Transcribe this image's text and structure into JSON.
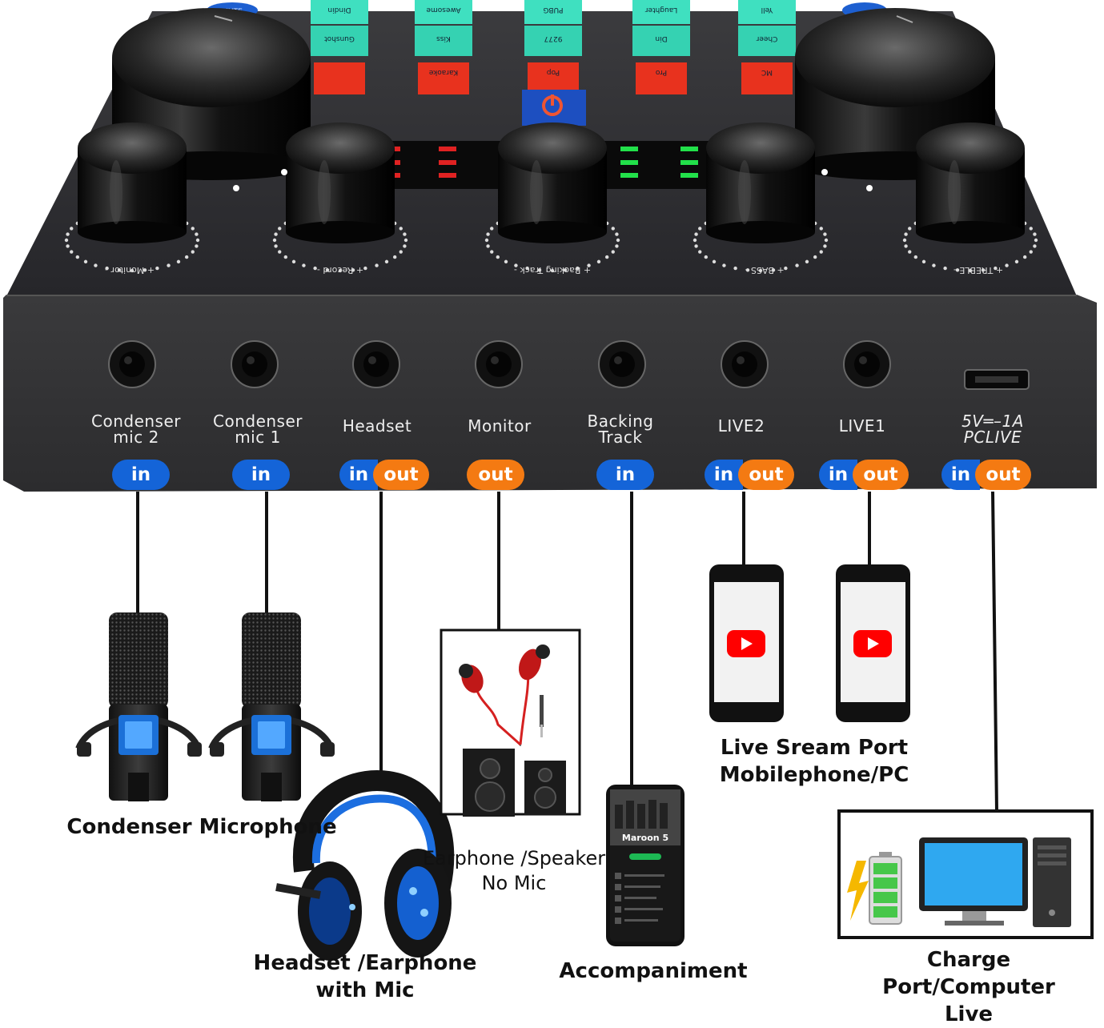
{
  "knob_labels": [
    {
      "label": "+ Monitor -"
    },
    {
      "label": "+ Record -"
    },
    {
      "label": "+ Backing Track -"
    },
    {
      "label": "+ BASS -"
    },
    {
      "label": "+ TREBLE -"
    }
  ],
  "top_buttons": [
    {
      "row1": "Dindin",
      "row2": "Gunshot",
      "row3": ""
    },
    {
      "row1": "Awesome",
      "row2": "Kiss",
      "row3": "Karaoke"
    },
    {
      "row1": "PUBG",
      "row2": "9277",
      "row3": "Pop"
    },
    {
      "row1": "Laughter",
      "row2": "Din",
      "row3": "Pro"
    },
    {
      "row1": "Yell",
      "row2": "Cheer",
      "row3": "MC"
    }
  ],
  "mute_label": "MUTE",
  "ports": [
    {
      "label": "Condenser\nmic 2",
      "in": "in",
      "out": ""
    },
    {
      "label": "Condenser\nmic 1",
      "in": "in",
      "out": ""
    },
    {
      "label": "Headset",
      "in": "in",
      "out": "out"
    },
    {
      "label": "Monitor",
      "in": "",
      "out": "out"
    },
    {
      "label": "Backing\nTrack",
      "in": "in",
      "out": ""
    },
    {
      "label": "LIVE2",
      "in": "in",
      "out": "out"
    },
    {
      "label": "LIVE1",
      "in": "in",
      "out": "out"
    },
    {
      "label": "5V═–1A\nPCLIVE",
      "in": "in",
      "out": "out"
    }
  ],
  "captions": {
    "condenser_mic": "Condenser Microphone",
    "headset": "Headset /Earphone\nwith Mic",
    "earphone_speaker": "Earphone /Speaker\nNo Mic",
    "accompaniment": "Accompaniment",
    "live_stream": "Live Sream Port\nMobilephone/PC",
    "charge_port": "Charge Port/Computer\nLive"
  },
  "phone_screen_text": "Maroon 5",
  "colors": {
    "in_badge": "#1464d8",
    "out_badge": "#f47a12",
    "device_body": "#2a2a2c",
    "button_teal": "#3fe0c0",
    "button_red": "#e8321e",
    "youtube_red": "#ff0000"
  }
}
